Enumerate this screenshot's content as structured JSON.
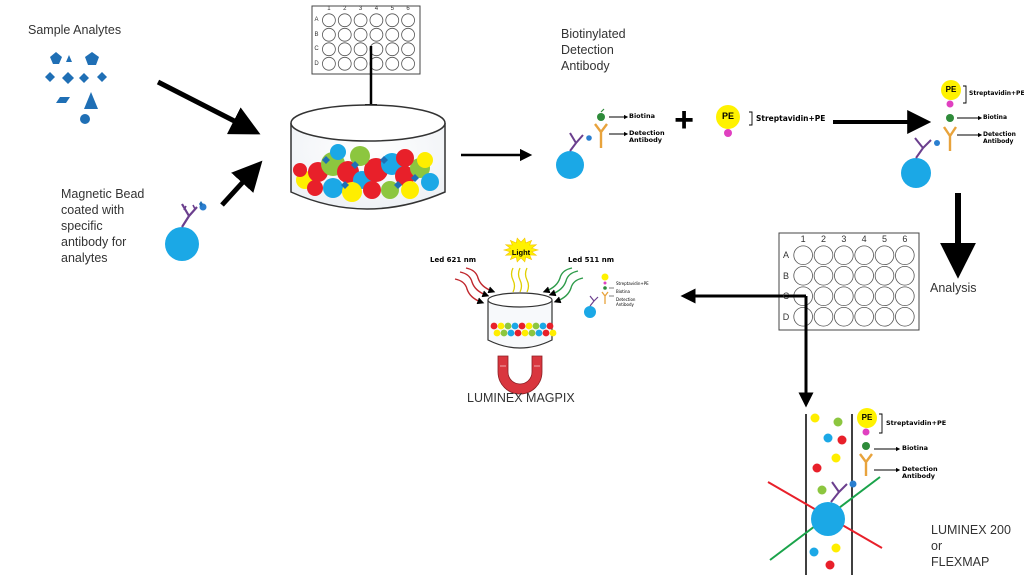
{
  "labels": {
    "sample_analytes": "Sample Analytes",
    "magnetic_bead": [
      "Magnetic Bead",
      "coated with",
      "specific",
      "antibody for",
      "analytes"
    ],
    "biotinylated": [
      "Biotinylated",
      "Detection",
      "Antibody"
    ],
    "biotina": "Biotina",
    "detection_antibody": [
      "Detection",
      "Antibody"
    ],
    "streptavidin_pe": "Streptavidin+PE",
    "pe": "PE",
    "analysis": "Analysis",
    "led_621": "Led 621 nm",
    "led_511": "Led 511 nm",
    "light": "Light",
    "luminex_magpix": "LUMINEX MAGPIX",
    "luminex_200": [
      "LUMINEX 200 or",
      "FLEXMAP"
    ],
    "plus": "+"
  },
  "plate": {
    "columns": [
      "1",
      "2",
      "3",
      "4",
      "5",
      "6"
    ],
    "rows": [
      "A",
      "B",
      "C",
      "D"
    ]
  },
  "colors": {
    "analyte_blue": "#1f6fb5",
    "bead_blue": "#1ba8e6",
    "bead_red": "#e8202a",
    "bead_green": "#8cc63f",
    "bead_yellow": "#ffee00",
    "antibody_purple": "#6b3f8e",
    "antibody_orange": "#e8a33c",
    "biotin_green": "#2e8b3a",
    "pe_yellow": "#fff200",
    "streptavidin_pink": "#e040c0",
    "magnet_red": "#d9363e",
    "arrow_black": "#000000"
  }
}
